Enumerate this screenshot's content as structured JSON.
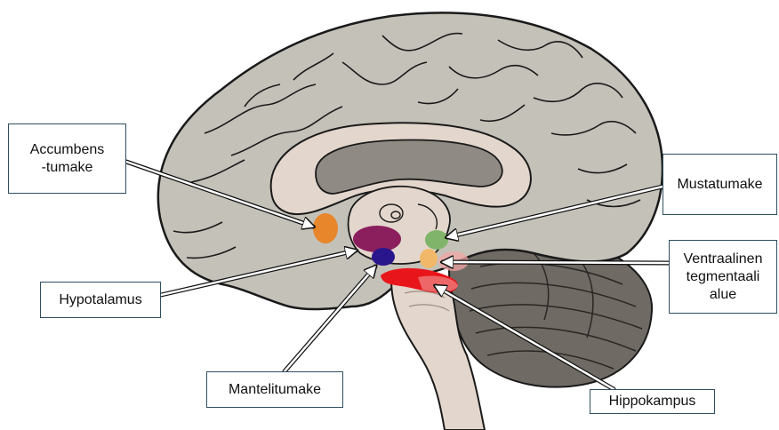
{
  "labels": {
    "accumbens": "Accumbens\n-tumake",
    "hypotalamus": "Hypotalamus",
    "mantelitumake": "Mantelitumake",
    "mustatumake": "Mustatumake",
    "vta": "Ventraalinen\ntegmentaali\nalue",
    "hippokampus": "Hippokampus"
  },
  "colors": {
    "cortex": "#c4c1b9",
    "cortex_outline": "#1a1a1a",
    "inner": "#e3d6cc",
    "ventricle": "#8f8b84",
    "cerebellum": "#6f6a64",
    "accumbens": "#e8862b",
    "hypotalamus": "#8b1e5c",
    "mantelitumake": "#2a168c",
    "mustatumake": "#7fb46a",
    "vta": "#f2b86a",
    "hippokampus": "#e8161a",
    "label_border": "#2f4f5f"
  }
}
